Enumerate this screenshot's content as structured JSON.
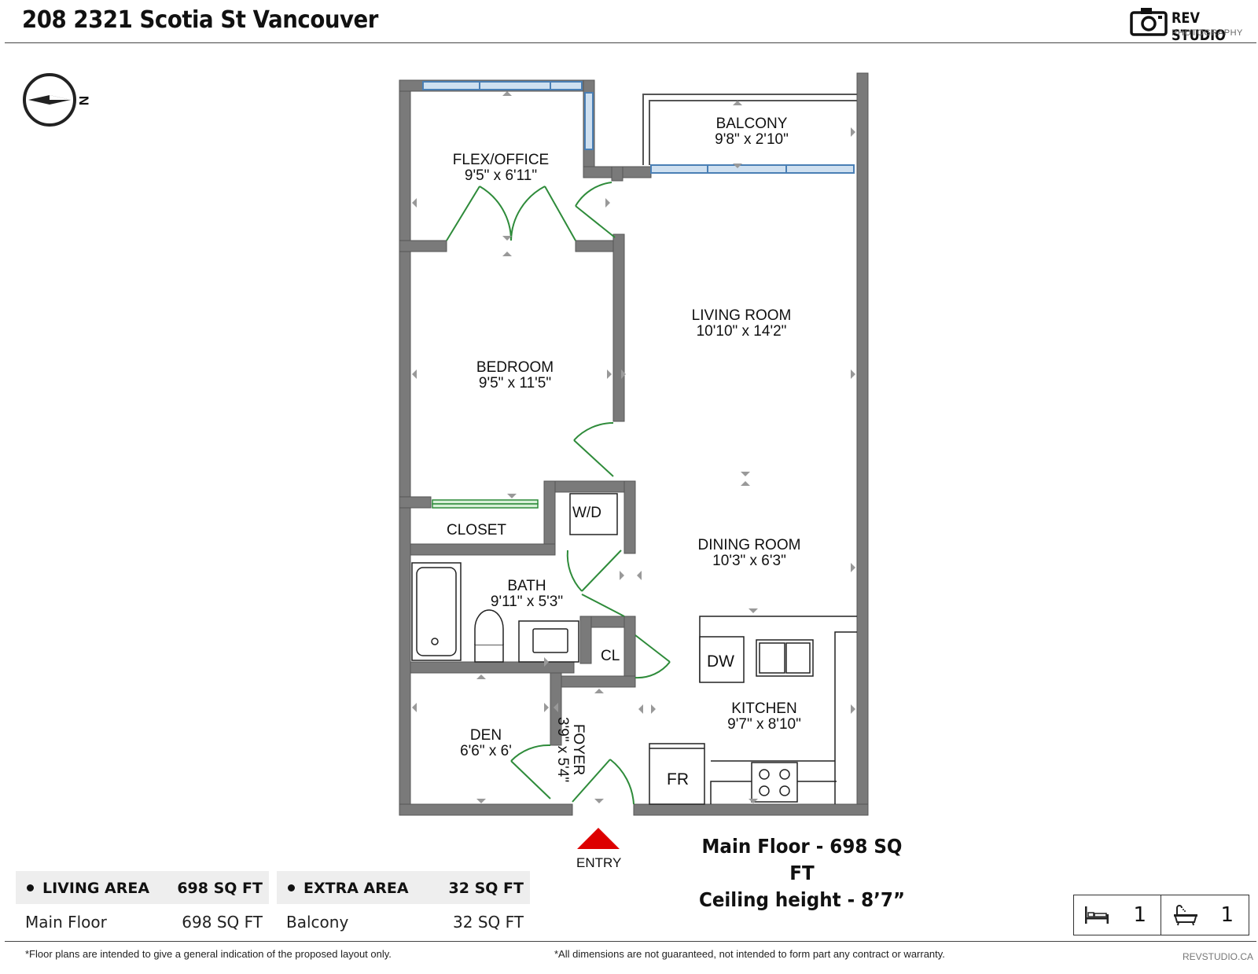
{
  "header": {
    "address": "208 2321 Scotia St Vancouver",
    "logo_title": "REV STUDIO",
    "logo_subtitle": "PHOTOGRAPHY"
  },
  "compass": {
    "label": "N",
    "icon": "compass-icon"
  },
  "rooms": [
    {
      "key": "balcony",
      "name": "BALCONY",
      "dims": "9'8\" x 2'10\""
    },
    {
      "key": "flex",
      "name": "FLEX/OFFICE",
      "dims": "9'5\" x 6'11\""
    },
    {
      "key": "living",
      "name": "LIVING ROOM",
      "dims": "10'10\" x 14'2\""
    },
    {
      "key": "bedroom",
      "name": "BEDROOM",
      "dims": "9'5\" x 11'5\""
    },
    {
      "key": "dining",
      "name": "DINING ROOM",
      "dims": "10'3\" x 6'3\""
    },
    {
      "key": "bath",
      "name": "BATH",
      "dims": "9'11\" x 5'3\""
    },
    {
      "key": "kitchen",
      "name": "KITCHEN",
      "dims": "9'7\" x 8'10\""
    },
    {
      "key": "den",
      "name": "DEN",
      "dims": "6'6\" x 6'"
    },
    {
      "key": "foyer",
      "name": "FOYER",
      "dims": "3'9\" x 5'4\""
    }
  ],
  "labels": {
    "closet": "CLOSET",
    "wd": "W/D",
    "cl": "CL",
    "dw": "DW",
    "fr": "FR",
    "entry": "ENTRY"
  },
  "summary": {
    "main_floor": "Main Floor - 698 SQ FT",
    "ceiling": "Ceiling height - 8’7”"
  },
  "areas": {
    "living": {
      "header": "LIVING AREA",
      "header_value": "698 SQ FT",
      "row_label": "Main Floor",
      "row_value": "698 SQ FT"
    },
    "extra": {
      "header": "EXTRA AREA",
      "header_value": "32 SQ FT",
      "row_label": "Balcony",
      "row_value": "32 SQ FT"
    }
  },
  "counts": {
    "bedrooms": "1",
    "bathrooms": "1",
    "bed_icon": "bed-icon",
    "bath_icon": "bathtub-icon"
  },
  "footer": {
    "note_left": "*Floor plans are intended to give a general indication of the proposed layout only.",
    "note_right": "*All dimensions are not guaranteed, not intended to form part any contract or warranty.",
    "website": "REVSTUDIO.CA"
  },
  "colors": {
    "wall": "#7a7a7a",
    "window": "#4a7fb5",
    "door": "#2e8b3a",
    "entry_arrow": "#dd0000"
  }
}
